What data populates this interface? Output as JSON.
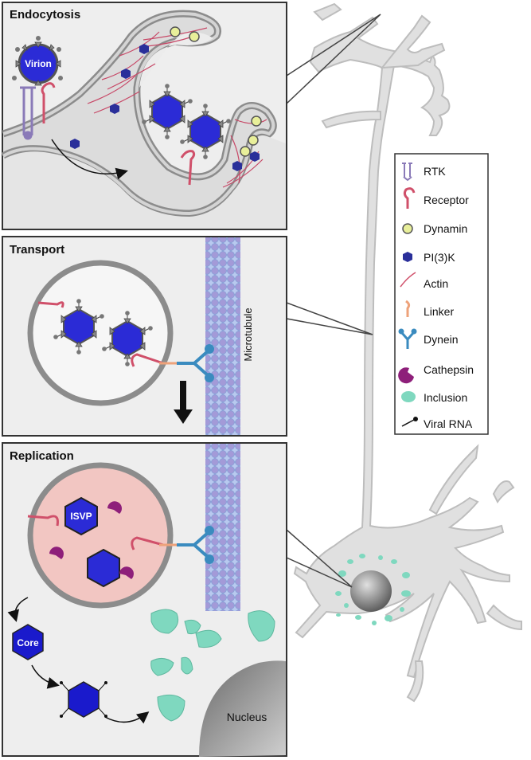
{
  "panels": {
    "endocytosis": "Endocytosis",
    "transport": "Transport",
    "replication": "Replication"
  },
  "labels": {
    "virion": "Virion",
    "microtubule": "Microtubule",
    "isvp": "ISVP",
    "core": "Core",
    "nucleus": "Nucleus"
  },
  "legend": [
    {
      "icon": "rtk-icon",
      "label": "RTK",
      "color": "#8a7ab8"
    },
    {
      "icon": "receptor-icon",
      "label": "Receptor",
      "color": "#d0506a"
    },
    {
      "icon": "dynamin-icon",
      "label": "Dynamin",
      "color": "#e8ef9a"
    },
    {
      "icon": "pi3k-icon",
      "label": "PI(3)K",
      "color": "#2a2f9a"
    },
    {
      "icon": "actin-icon",
      "label": "Actin",
      "color": "#d0506a"
    },
    {
      "icon": "linker-icon",
      "label": "Linker",
      "color": "#eea27a"
    },
    {
      "icon": "dynein-icon",
      "label": "Dynein",
      "color": "#3a8bbf"
    },
    {
      "icon": "cathepsin-icon",
      "label": "Cathepsin",
      "color": "#8e1f7a"
    },
    {
      "icon": "inclusion-icon",
      "label": "Inclusion",
      "color": "#7fd8bf"
    },
    {
      "icon": "viral-rna-icon",
      "label": "Viral RNA",
      "color": "#111111"
    }
  ],
  "colors": {
    "virion": "#2b2bd6",
    "membrane": "#8c8c8c",
    "cell": "#e9e9e9",
    "lysosome": "#f2c6c2",
    "microtubule": "#9fb8e6"
  }
}
